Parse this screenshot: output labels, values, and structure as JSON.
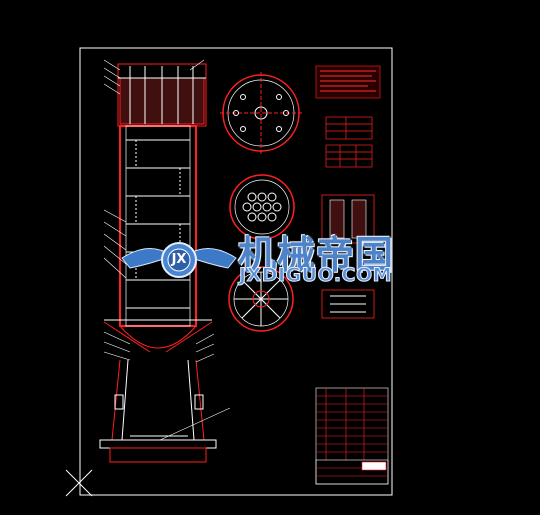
{
  "drawing": {
    "background": "#000000",
    "frame_color": "#ffffff",
    "line_color": "#ff0000",
    "accent_color": "#ffffff"
  },
  "watermark": {
    "badge": "JX",
    "title_cn": "机械帝国",
    "site": "JXDIGUO.COM",
    "color": "#4f83c8"
  }
}
